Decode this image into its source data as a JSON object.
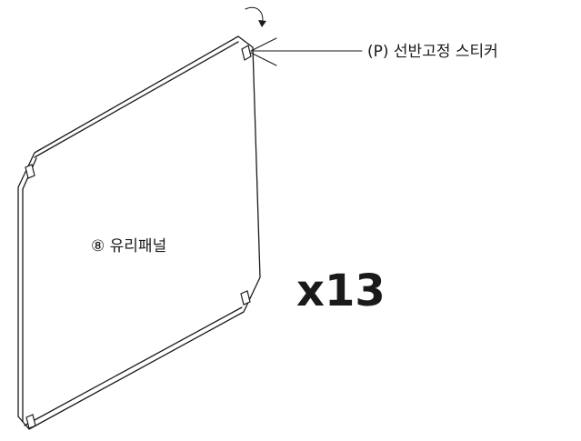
{
  "sticker_label": "(P) 선반고정 스티커",
  "panel_label": "⑧ 유리패널",
  "quantity_label": "x13",
  "colors": {
    "ink": "#1a1a1a",
    "background": "#ffffff"
  },
  "icons": [
    "rotate-arrow-icon"
  ]
}
